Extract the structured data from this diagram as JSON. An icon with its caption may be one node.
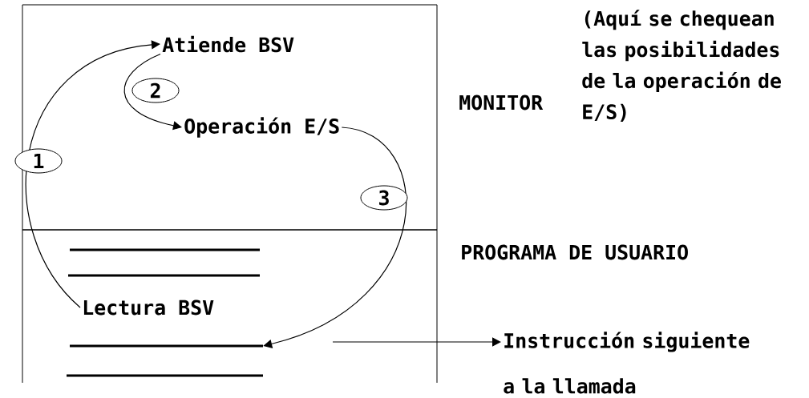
{
  "diagram": {
    "nodes": [
      {
        "text": [
          "MONITOR",
          "(Aquí se chequean las posibilidades de la operación de E/S)"
        ]
      },
      {
        "text": [
          "PROGRAMA DE USUARIO"
        ]
      },
      {
        "text": [
          "Atiende BSV"
        ],
        "in": 0
      },
      {
        "text": [
          "Operación E/S"
        ],
        "in": 0
      },
      {
        "text": [
          "Lectura BSV"
        ],
        "in": 1
      },
      {
        "text": [],
        "shape": "bar",
        "in": 1
      },
      {
        "text": [
          "Instrucción siguiente a la llamada"
        ]
      }
    ],
    "edges": [
      {
        "from": 4,
        "to": 2,
        "arrow": "to",
        "label": "1"
      },
      {
        "from": 2,
        "to": 3,
        "arrow": "to",
        "label": "2"
      },
      {
        "from": 3,
        "to": 5,
        "arrow": "to",
        "label": "3"
      },
      {
        "from": null,
        "to": 6,
        "arrow": "to"
      }
    ]
  }
}
